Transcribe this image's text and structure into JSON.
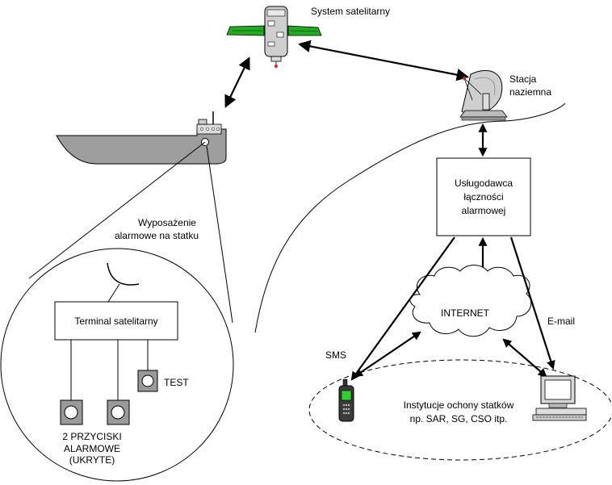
{
  "diagram": {
    "satellite_label": "System satelitarny",
    "station_label_line1": "Stacja",
    "station_label_line2": "naziemna",
    "provider_line1": "Usługodawca",
    "provider_line2": "łączności",
    "provider_line3": "alarmowej",
    "equipment_line1": "Wyposażenie",
    "equipment_line2": "alarmowe na statku",
    "terminal_label": "Terminal satelitarny",
    "test_label": "TEST",
    "buttons_line1": "2 PRZYCISKI",
    "buttons_line2": "ALARMOWE",
    "buttons_line3": "(UKRYTE)",
    "internet_label": "INTERNET",
    "sms_label": "SMS",
    "email_label": "E-mail",
    "institutions_line1": "Instytucje ochony statków",
    "institutions_line2": "np. SAR, SG, CSO itp."
  },
  "icons": {
    "satellite": "satellite-icon",
    "dish": "satellite-dish-icon",
    "ship": "ship-icon",
    "phone": "mobile-phone-icon",
    "computer": "computer-icon"
  },
  "colors": {
    "solar_panel": "#22aa22",
    "hull": "#9e9e9e",
    "button_fill": "#9a9a9a",
    "equipment": "#808080"
  }
}
